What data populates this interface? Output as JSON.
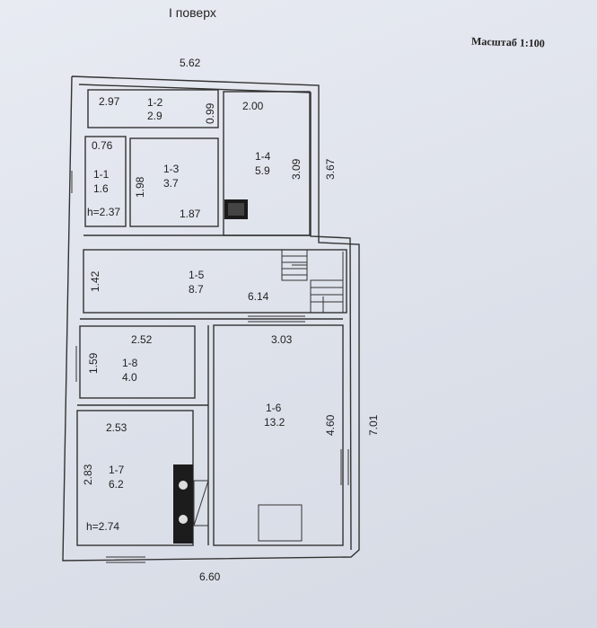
{
  "title": "I поверх",
  "scale": "Масштаб 1:100",
  "dims": {
    "top": "5.62",
    "bottom": "6.60",
    "right_upper": "3.67",
    "right_lower": "7.01"
  },
  "rooms": {
    "r1_1": {
      "id": "1-1",
      "area": "1.6",
      "width": "0.76",
      "height_note": "h=2.37"
    },
    "r1_2": {
      "id": "1-2",
      "area": "2.9",
      "width": "2.97",
      "depth": "0.99"
    },
    "r1_3": {
      "id": "1-3",
      "area": "3.7",
      "width": "1.87",
      "depth": "1.98"
    },
    "r1_4": {
      "id": "1-4",
      "area": "5.9",
      "width": "2.00",
      "depth": "3.09"
    },
    "r1_5": {
      "id": "1-5",
      "area": "8.7",
      "width": "6.14",
      "depth": "1.42"
    },
    "r1_6": {
      "id": "1-6",
      "area": "13.2",
      "width": "3.03",
      "depth": "4.60"
    },
    "r1_7": {
      "id": "1-7",
      "area": "6.2",
      "width": "2.53",
      "depth": "2.83",
      "height_note": "h=2.74"
    },
    "r1_8": {
      "id": "1-8",
      "area": "4.0",
      "width": "2.52",
      "depth": "1.59"
    }
  }
}
